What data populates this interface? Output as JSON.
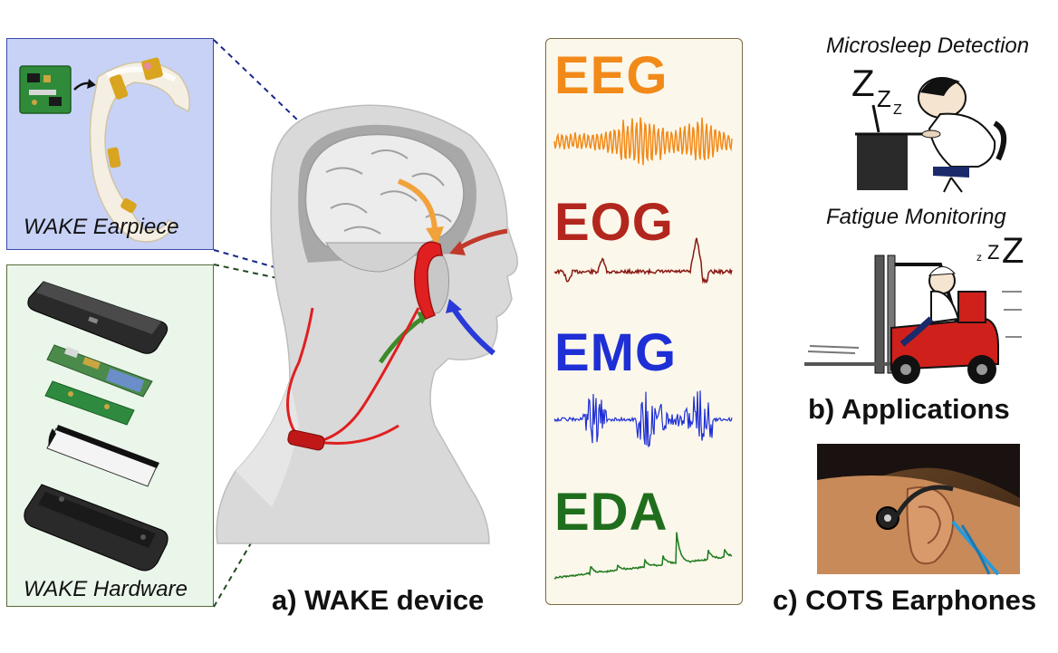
{
  "captions": {
    "earpiece": "WAKE Earpiece",
    "hardware": "WAKE Hardware",
    "device": "a) WAKE device",
    "applications": "b) Applications",
    "earphones": "c) COTS Earphones"
  },
  "signals": [
    {
      "label": "EEG",
      "color": "#f28a1a"
    },
    {
      "label": "EOG",
      "color": "#b3261e"
    },
    {
      "label": "EMG",
      "color": "#1f2fd6"
    },
    {
      "label": "EDA",
      "color": "#1e6e1e"
    }
  ],
  "applications": {
    "microsleep": "Microsleep Detection",
    "fatigue": "Fatigue Monitoring",
    "snore_left": [
      "Z",
      "Z",
      "Z"
    ],
    "snore_right": [
      "z",
      "Z",
      "Z"
    ]
  },
  "colors": {
    "earpiece_panel": "#c8d2f7",
    "hardware_panel": "#eaf6ea",
    "signal_panel": "#fbf7ea",
    "device_red": "#e02020"
  }
}
